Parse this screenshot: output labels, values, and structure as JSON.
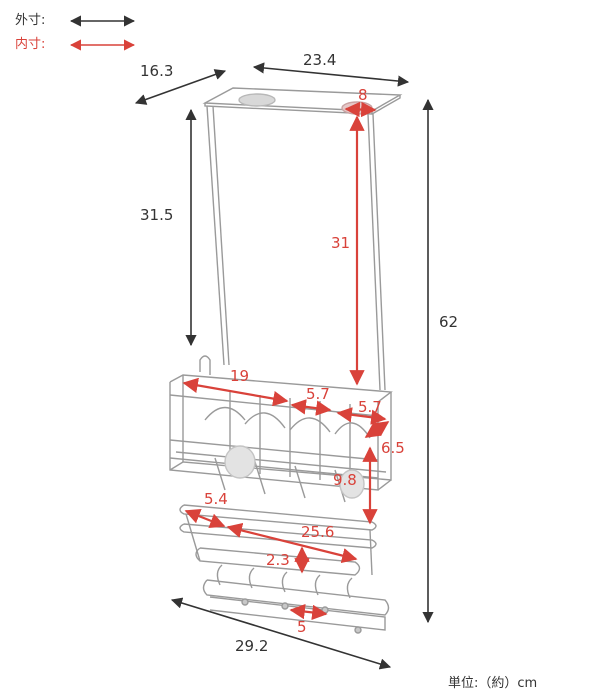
{
  "legend": {
    "outer_label": "外寸:",
    "inner_label": "内寸:"
  },
  "colors": {
    "outer": "#333333",
    "inner": "#d9423a",
    "frame": "#9a9a9a",
    "suction": "#d8d8d8"
  },
  "dimensions": {
    "outer": {
      "depth": "16.3",
      "width_top": "23.4",
      "hanger_height": "31.5",
      "total_height": "62",
      "bottom_width": "29.2"
    },
    "inner": {
      "hook_width": "8",
      "hook_drop": "31",
      "basket_length": "19",
      "compartment_a": "5.7",
      "compartment_b": "5.7",
      "basket_depth": "6.5",
      "basket_height": "9.8",
      "rail_depth": "5.4",
      "rail_length": "25.6",
      "rail_gap": "2.3",
      "hook_spacing": "5"
    }
  },
  "unit_note": "単位:（約）cm"
}
